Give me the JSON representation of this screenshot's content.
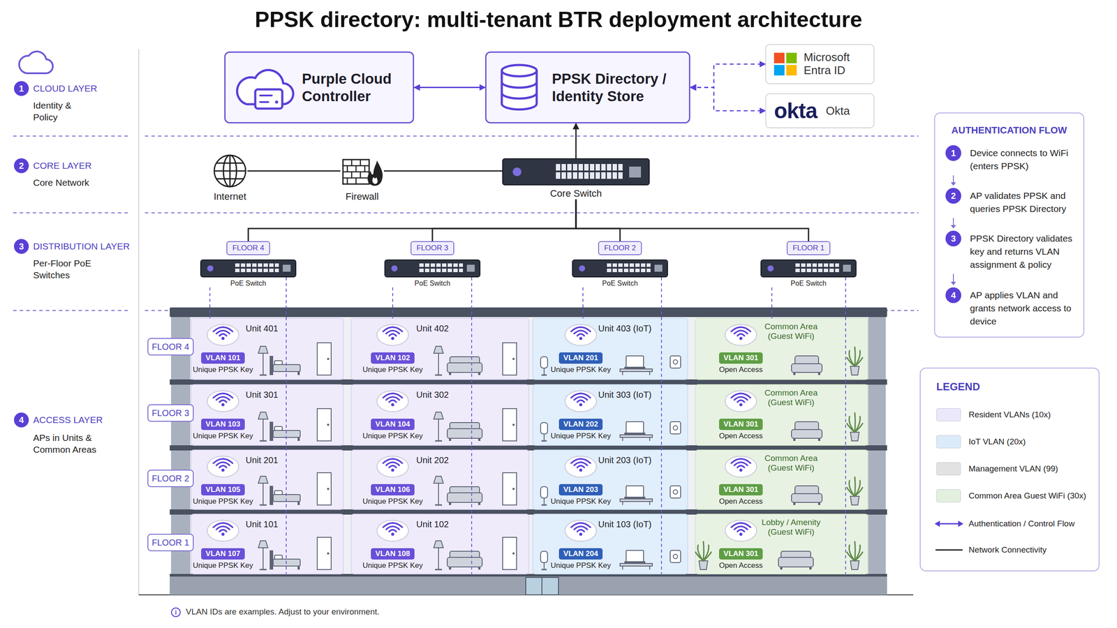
{
  "diagram": {
    "title": "PPSK directory: multi-tenant BTR deployment architecture",
    "nodes": [
      {
        "text": [
          "Purple Cloud Controller"
        ]
      },
      {
        "text": [
          "PPSK Directory / Identity Store"
        ]
      },
      {
        "text": [
          "Microsoft Entra ID"
        ]
      },
      {
        "text": [
          "okta",
          "Okta"
        ]
      },
      {
        "text": [
          "Internet"
        ]
      },
      {
        "text": [
          "Firewall"
        ]
      },
      {
        "text": [
          "Core Switch"
        ]
      },
      {
        "text": [
          "FLOOR 4",
          "PoE Switch"
        ]
      },
      {
        "text": [
          "FLOOR 3",
          "PoE Switch"
        ]
      },
      {
        "text": [
          "FLOOR 2",
          "PoE Switch"
        ]
      },
      {
        "text": [
          "FLOOR 1",
          "PoE Switch"
        ]
      },
      {
        "text": [
          "FLOOR 4"
        ]
      },
      {
        "text": [
          "Unit 401",
          "Unique PPSK Key"
        ]
      },
      {
        "text": [
          "VLAN 101"
        ],
        "in": 12
      },
      {
        "text": [
          "Unit 402",
          "Unique PPSK Key"
        ]
      },
      {
        "text": [
          "VLAN 102"
        ],
        "in": 14
      },
      {
        "text": [
          "Unit 403 (IoT)",
          "Unique PPSK Key"
        ]
      },
      {
        "text": [
          "VLAN 201"
        ],
        "in": 16
      },
      {
        "text": [
          "Common Area (Guest WiFi)",
          "Open Access"
        ]
      },
      {
        "text": [
          "VLAN 301"
        ],
        "in": 18
      },
      {
        "text": [
          "FLOOR 3"
        ]
      },
      {
        "text": [
          "Unit 301",
          "Unique PPSK Key"
        ]
      },
      {
        "text": [
          "VLAN 103"
        ],
        "in": 21
      },
      {
        "text": [
          "Unit 302",
          "Unique PPSK Key"
        ]
      },
      {
        "text": [
          "VLAN 104"
        ],
        "in": 23
      },
      {
        "text": [
          "Unit 303 (IoT)",
          "Unique PPSK Key"
        ]
      },
      {
        "text": [
          "VLAN 202"
        ],
        "in": 25
      },
      {
        "text": [
          "Common Area (Guest WiFi)",
          "Open Access"
        ]
      },
      {
        "text": [
          "VLAN 301"
        ],
        "in": 27
      },
      {
        "text": [
          "FLOOR 2"
        ]
      },
      {
        "text": [
          "Unit 201",
          "Unique PPSK Key"
        ]
      },
      {
        "text": [
          "VLAN 105"
        ],
        "in": 30
      },
      {
        "text": [
          "Unit 202",
          "Unique PPSK Key"
        ]
      },
      {
        "text": [
          "VLAN 106"
        ],
        "in": 32
      },
      {
        "text": [
          "Unit 203 (IoT)",
          "Unique PPSK Key"
        ]
      },
      {
        "text": [
          "VLAN 203"
        ],
        "in": 34
      },
      {
        "text": [
          "Common Area (Guest WiFi)",
          "Open Access"
        ]
      },
      {
        "text": [
          "VLAN 301"
        ],
        "in": 36
      },
      {
        "text": [
          "FLOOR 1"
        ]
      },
      {
        "text": [
          "Unit 101",
          "Unique PPSK Key"
        ]
      },
      {
        "text": [
          "VLAN 107"
        ],
        "in": 39
      },
      {
        "text": [
          "Unit 102",
          "Unique PPSK Key"
        ]
      },
      {
        "text": [
          "VLAN 108"
        ],
        "in": 41
      },
      {
        "text": [
          "Unit 103 (IoT)",
          "Unique PPSK Key"
        ]
      },
      {
        "text": [
          "VLAN 204"
        ],
        "in": 43
      },
      {
        "text": [
          "Lobby / Amenity (Guest WiFi)",
          "Open Access"
        ]
      },
      {
        "text": [
          "VLAN 301"
        ],
        "in": 45
      },
      {
        "text": [
          "AUTHENTICATION FLOW",
          "1",
          "Device connects to WiFi (enters PPSK)",
          "2",
          "AP validates PPSK and queries PPSK Directory",
          "3",
          "PPSK Directory validates key and returns VLAN assignment & policy",
          "4",
          "AP applies VLAN and grants network access to device"
        ]
      },
      {
        "text": [
          "LEGEND"
        ]
      }
    ],
    "edges": [
      {
        "from": 0,
        "to": 1,
        "arrow": "both"
      },
      {
        "from": 1,
        "to": 2,
        "arrow": "both"
      },
      {
        "from": 1,
        "to": 3,
        "arrow": "both"
      },
      {
        "from": 4,
        "to": 5,
        "arrow": "none"
      },
      {
        "from": 5,
        "to": 6,
        "arrow": "none"
      },
      {
        "from": 6,
        "to": 1,
        "arrow": "to"
      },
      {
        "from": 6,
        "to": 7,
        "arrow": "none"
      },
      {
        "from": 6,
        "to": 8,
        "arrow": "none"
      },
      {
        "from": 6,
        "to": 9,
        "arrow": "none"
      },
      {
        "from": 6,
        "to": 10,
        "arrow": "none"
      },
      {
        "from": 7,
        "to": 12,
        "arrow": "none"
      },
      {
        "from": 8,
        "to": 14,
        "arrow": "none"
      },
      {
        "from": 9,
        "to": 16,
        "arrow": "none"
      },
      {
        "from": 10,
        "to": 18,
        "arrow": "none"
      }
    ],
    "labels": [
      "1",
      "CLOUD LAYER",
      "Identity & Policy",
      "2",
      "CORE LAYER",
      "Core Network",
      "3",
      "DISTRIBUTION LAYER",
      "Per-Floor PoE Switches",
      "4",
      "ACCESS LAYER",
      "APs in Units & Common Areas",
      "i",
      "VLAN IDs are examples. Adjust to your environment."
    ],
    "legend": [
      {
        "text": "Resident VLANs (10x)",
        "color": "#ece8fb"
      },
      {
        "text": "IoT VLAN (20x)",
        "color": "#dcebfa"
      },
      {
        "text": "Management VLAN (99)",
        "color": "#e2e2e2"
      },
      {
        "text": "Common Area Guest WiFi (30x)",
        "color": "#e3f0de"
      },
      {
        "text": "Authentication / Control Flow"
      },
      {
        "text": "Network Connectivity"
      }
    ]
  }
}
